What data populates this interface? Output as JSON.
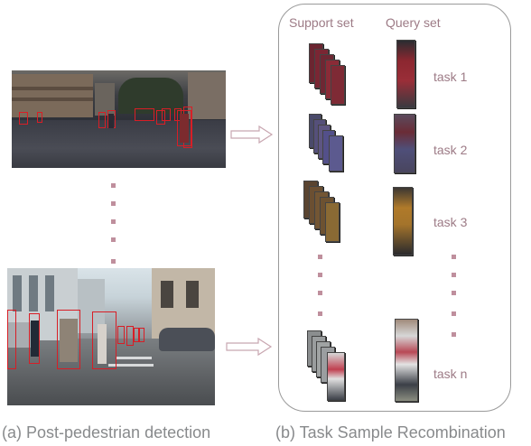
{
  "caption_left": "(a) Post-pedestrian detection",
  "caption_right": "(b) Task Sample Recombination",
  "support_header": "Support set",
  "query_header": "Query set",
  "tasks": [
    {
      "label": "task 1"
    },
    {
      "label": "task 2"
    },
    {
      "label": "task 3"
    },
    {
      "label": "task n"
    }
  ],
  "colors": {
    "bbox": "#d81e26",
    "label": "#9d7b86",
    "caption": "#888a8c",
    "dots": "#bf8f9d",
    "arrow": "#c8a6b0",
    "panel_border": "#9a9a9a"
  }
}
